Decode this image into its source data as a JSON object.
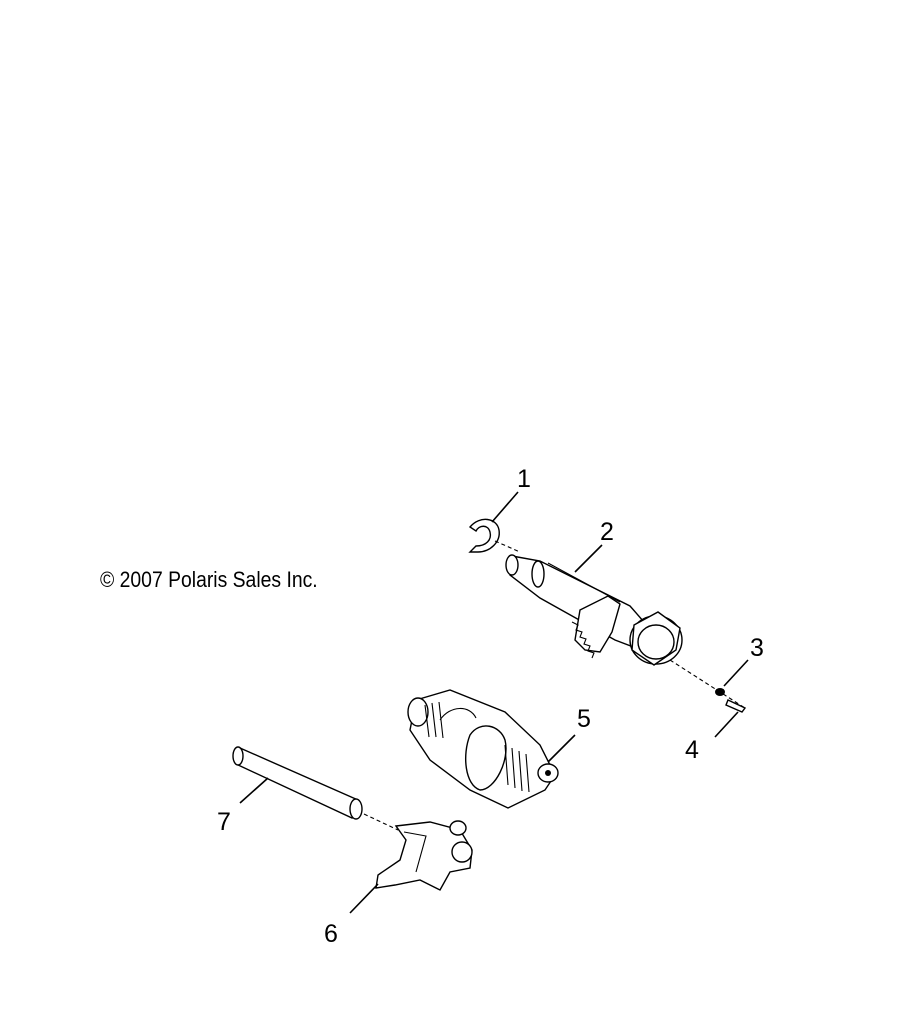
{
  "copyright": "© 2007 Polaris Sales Inc.",
  "callouts": [
    {
      "id": "1",
      "label": "1"
    },
    {
      "id": "2",
      "label": "2"
    },
    {
      "id": "3",
      "label": "3"
    },
    {
      "id": "4",
      "label": "4"
    },
    {
      "id": "5",
      "label": "5"
    },
    {
      "id": "6",
      "label": "6"
    },
    {
      "id": "7",
      "label": "7"
    }
  ]
}
